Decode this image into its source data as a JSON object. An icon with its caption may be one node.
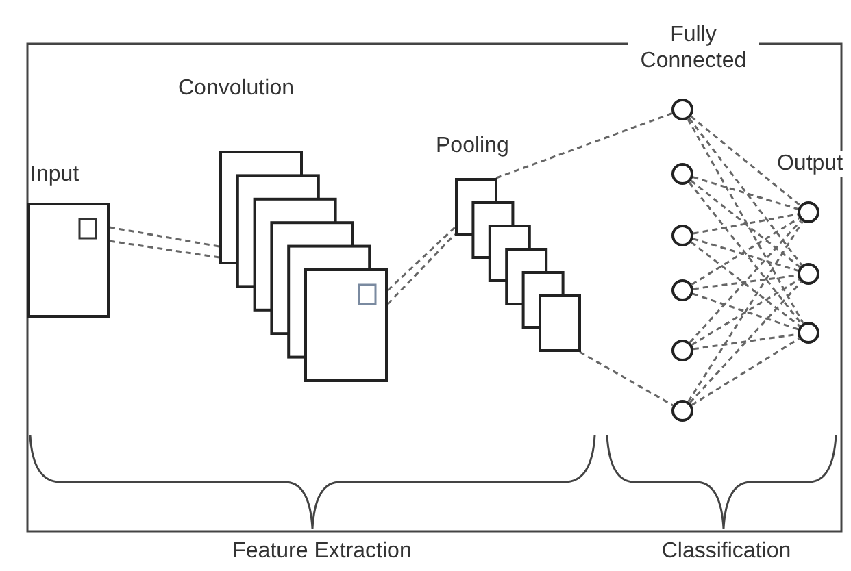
{
  "diagram": {
    "nodes": [
      {
        "text": [
          "Input"
        ]
      },
      {
        "text": [
          "Convolution"
        ]
      },
      {
        "text": [
          "Pooling"
        ]
      },
      {
        "text": [],
        "shape": "circle"
      },
      {
        "text": [],
        "shape": "circle"
      },
      {
        "text": [],
        "shape": "circle"
      },
      {
        "text": [],
        "shape": "circle"
      },
      {
        "text": [],
        "shape": "circle"
      },
      {
        "text": [],
        "shape": "circle"
      },
      {
        "text": [],
        "shape": "circle"
      },
      {
        "text": [],
        "shape": "circle"
      },
      {
        "text": [],
        "shape": "circle"
      }
    ],
    "edges": [
      {
        "from": 0,
        "to": 1,
        "arrow": "none",
        "style": "dashed"
      },
      {
        "from": 0,
        "to": 1,
        "arrow": "none",
        "style": "dashed"
      },
      {
        "from": 1,
        "to": 2,
        "arrow": "none",
        "style": "dashed"
      },
      {
        "from": 1,
        "to": 2,
        "arrow": "none",
        "style": "dashed"
      },
      {
        "from": 2,
        "to": 3,
        "arrow": "none",
        "style": "dashed"
      },
      {
        "from": 2,
        "to": 8,
        "arrow": "none",
        "style": "dashed"
      },
      {
        "from": 3,
        "to": 9,
        "arrow": "none",
        "style": "dashed"
      },
      {
        "from": 3,
        "to": 10,
        "arrow": "none",
        "style": "dashed"
      },
      {
        "from": 3,
        "to": 11,
        "arrow": "none",
        "style": "dashed"
      },
      {
        "from": 4,
        "to": 9,
        "arrow": "none",
        "style": "dashed"
      },
      {
        "from": 4,
        "to": 10,
        "arrow": "none",
        "style": "dashed"
      },
      {
        "from": 4,
        "to": 11,
        "arrow": "none",
        "style": "dashed"
      },
      {
        "from": 5,
        "to": 9,
        "arrow": "none",
        "style": "dashed"
      },
      {
        "from": 5,
        "to": 10,
        "arrow": "none",
        "style": "dashed"
      },
      {
        "from": 5,
        "to": 11,
        "arrow": "none",
        "style": "dashed"
      },
      {
        "from": 6,
        "to": 9,
        "arrow": "none",
        "style": "dashed"
      },
      {
        "from": 6,
        "to": 10,
        "arrow": "none",
        "style": "dashed"
      },
      {
        "from": 6,
        "to": 11,
        "arrow": "none",
        "style": "dashed"
      },
      {
        "from": 7,
        "to": 9,
        "arrow": "none",
        "style": "dashed"
      },
      {
        "from": 7,
        "to": 10,
        "arrow": "none",
        "style": "dashed"
      },
      {
        "from": 7,
        "to": 11,
        "arrow": "none",
        "style": "dashed"
      },
      {
        "from": 8,
        "to": 9,
        "arrow": "none",
        "style": "dashed"
      },
      {
        "from": 8,
        "to": 10,
        "arrow": "none",
        "style": "dashed"
      },
      {
        "from": 8,
        "to": 11,
        "arrow": "none",
        "style": "dashed"
      }
    ],
    "labels": [
      "Fully Connected",
      "Output",
      "Feature Extraction",
      "Classification"
    ]
  }
}
